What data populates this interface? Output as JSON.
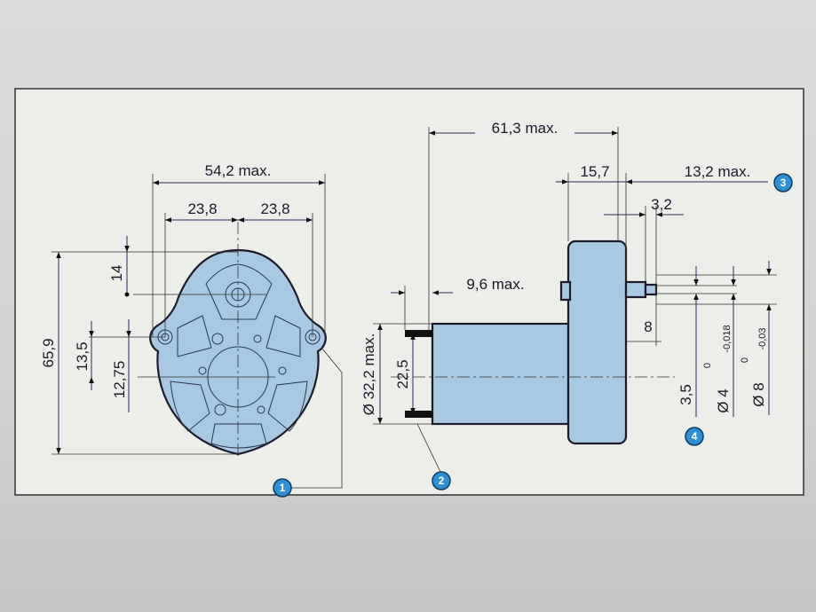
{
  "front_view": {
    "width_max": "54,2 max.",
    "half_width_left": "23,8",
    "half_width_right": "23,8",
    "height": "65,9",
    "top_to_shaft": "14",
    "shaft_to_holes": "13,5",
    "holes_to_center": "12,75",
    "callout": "1"
  },
  "side_view": {
    "length_max": "61,3 max.",
    "gearbox_depth": "15,7",
    "shaft_length_max": "13,2 max.",
    "shaft_step": "3,2",
    "brush_max": "9,6 max.",
    "motor_diameter": "Ø 32,2 max.",
    "terminal_spacing": "22,5",
    "shaft_flat": "8",
    "callout_terminal": "2",
    "callout_shaft": "3"
  },
  "shaft_detail": {
    "flat": "3,5",
    "dia_small": "Ø 4",
    "dia_small_tol_upper": "0",
    "dia_small_tol_lower": "-0,018",
    "dia_large": "Ø 8",
    "dia_large_tol_upper": "0",
    "dia_large_tol_lower": "-0,03",
    "callout": "4"
  }
}
